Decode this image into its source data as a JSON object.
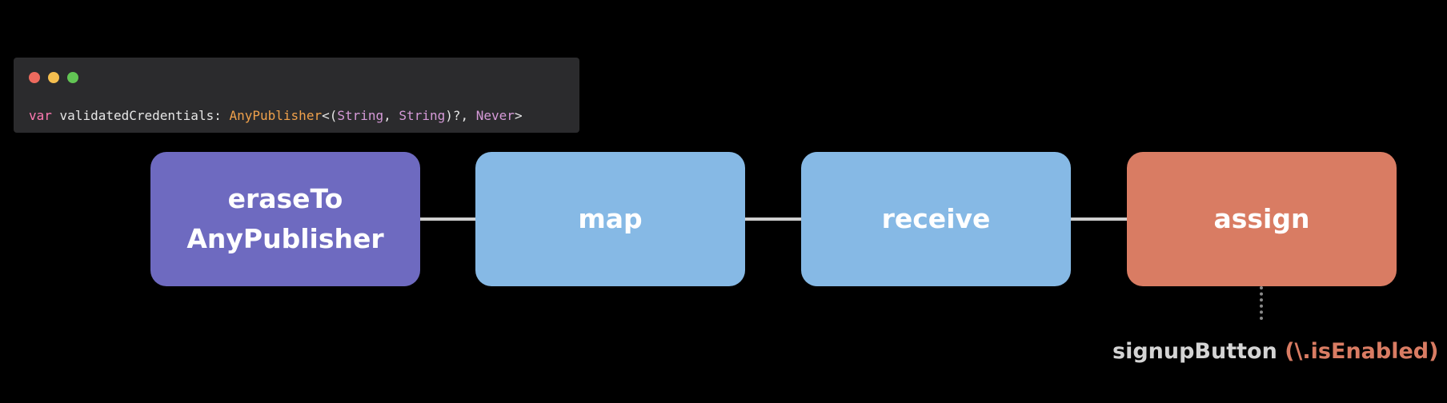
{
  "code_window": {
    "background": "#2b2b2d",
    "traffic_lights": [
      {
        "name": "close",
        "color": "#ed6a5e"
      },
      {
        "name": "minimize",
        "color": "#f5bf4f"
      },
      {
        "name": "zoom",
        "color": "#62c554"
      }
    ],
    "code": {
      "keyword": "var",
      "variable": "validatedCredentials",
      "colon": ":",
      "type_publisher": "AnyPublisher",
      "open": "<(",
      "type_string_1": "String",
      "comma_1": ",",
      "type_string_2": "String",
      "optional_close": ")?,",
      "type_never": "Never",
      "close": ">"
    },
    "colors": {
      "keyword": "#ff7ab2",
      "plain": "#e6e6e6",
      "type_publisher": "#f0a14b",
      "type_builtin": "#d69ad8"
    }
  },
  "pipeline": {
    "nodes": [
      {
        "id": "eraseToAnyPublisher",
        "label": "eraseTo\nAnyPublisher",
        "color": "#6e6ac0"
      },
      {
        "id": "map",
        "label": "map",
        "color": "#86b9e5"
      },
      {
        "id": "receive",
        "label": "receive",
        "color": "#86b9e5"
      },
      {
        "id": "assign",
        "label": "assign",
        "color": "#d97c63"
      }
    ],
    "connector_color": "#cfcfcf"
  },
  "output": {
    "target": "signupButton",
    "keypath": "(\\.isEnabled)",
    "target_color": "#d4d4d4",
    "keypath_color": "#d97c63"
  }
}
